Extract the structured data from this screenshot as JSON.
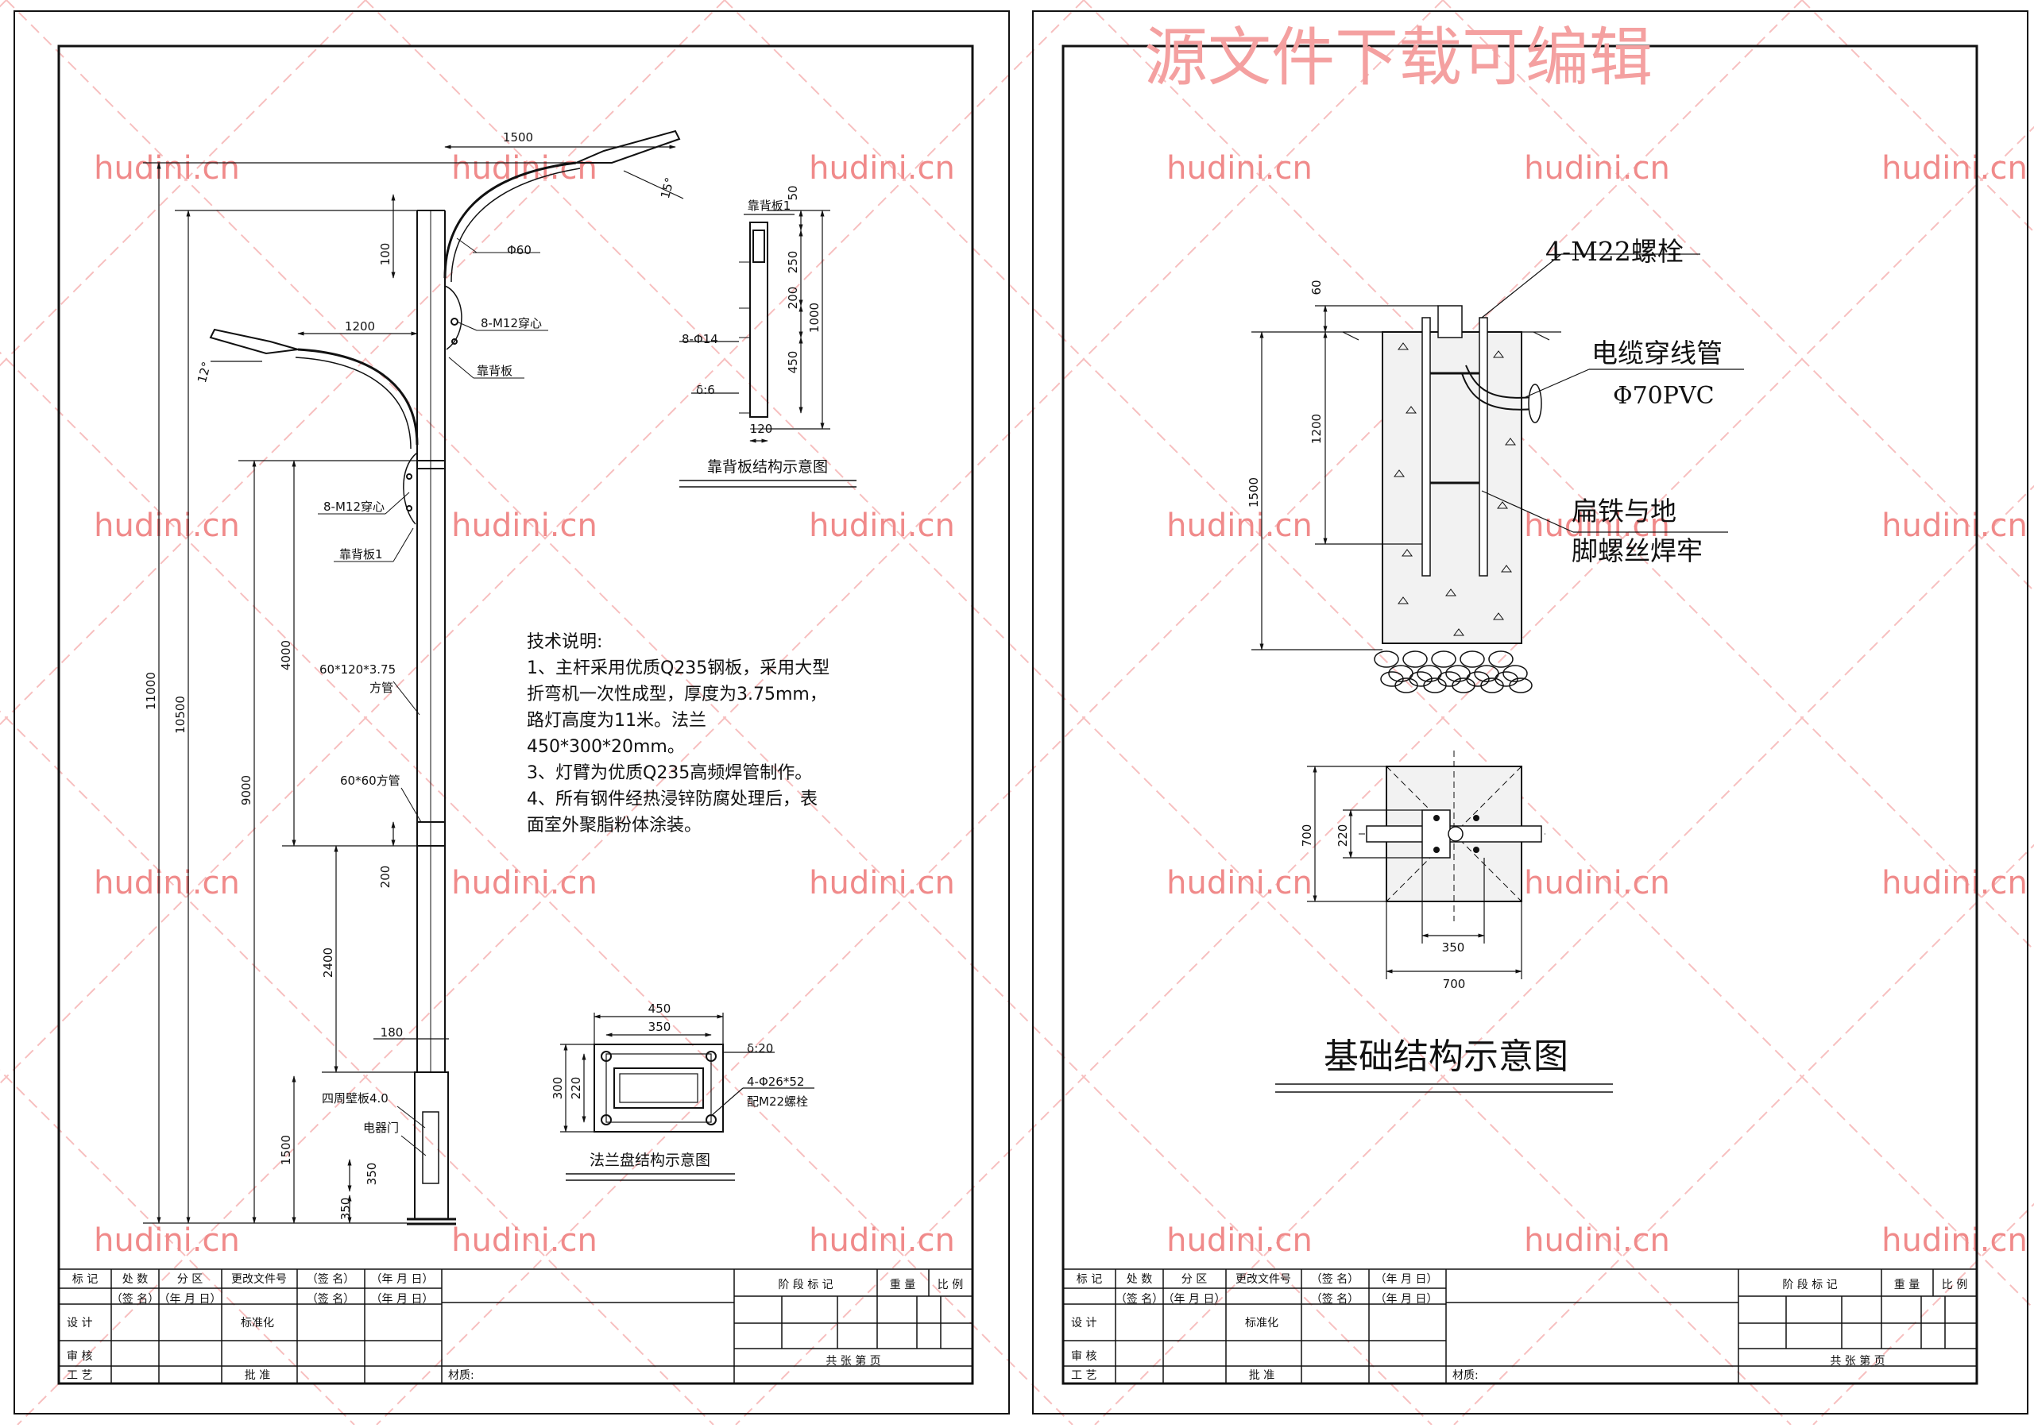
{
  "banner": "源文件下载可编辑",
  "watermark": "hudini.cn",
  "colors": {
    "line": "#111111",
    "watermark": "#f08a8a",
    "banner": "#f4a0a0",
    "concrete": "#f2f2f2"
  },
  "left_sheet": {
    "pole": {
      "dim_arm_upper": "1500",
      "dim_arm_lower": "1200",
      "angle_upper": "15°",
      "angle_lower": "12°",
      "dim_100": "100",
      "dim_11000": "11000",
      "dim_10500": "10500",
      "dim_9000": "9000",
      "dim_4000": "4000",
      "dim_2400": "2400",
      "dim_200": "200",
      "dim_180": "180",
      "dim_1500": "1500",
      "dim_350a": "350",
      "dim_350b": "350",
      "lbl_phi60": "Φ60",
      "lbl_8m12_upper": "8-M12穿心",
      "lbl_back_upper": "靠背板",
      "lbl_8m12_lower": "8-M12穿心",
      "lbl_back_lower": "靠背板1",
      "lbl_tube1": "60*120*3.75",
      "lbl_tube1b": "方管",
      "lbl_tube2": "60*60方管",
      "lbl_wall": "四周壁板4.0",
      "lbl_door": "电器门"
    },
    "backplate": {
      "title_label": "靠背板1",
      "dim_50": "50",
      "dim_250": "250",
      "dim_200": "200",
      "dim_450": "450",
      "dim_1000": "1000",
      "dim_120": "120",
      "lbl_holes": "8-Φ14",
      "lbl_thick": "δ:6",
      "caption": "靠背板结构示意图"
    },
    "tech_notes": {
      "heading": "技术说明:",
      "lines": [
        "1、主杆采用优质Q235钢板，采用大型",
        "折弯机一次性成型，厚度为3.75mm，",
        "路灯高度为11米。法兰",
        "450*300*20mm。",
        "3、灯臂为优质Q235高频焊管制作。",
        "4、所有钢件经热浸锌防腐处理后，表",
        "面室外聚脂粉体涂装。"
      ]
    },
    "flange": {
      "dim_450": "450",
      "dim_350": "350",
      "dim_300": "300",
      "dim_220": "220",
      "lbl_thick": "δ:20",
      "lbl_holes": "4-Φ26*52",
      "lbl_bolts": "配M22螺栓",
      "caption": "法兰盘结构示意图"
    }
  },
  "right_sheet": {
    "foundation": {
      "lbl_bolt": "4-M22螺栓",
      "lbl_cable1": "电缆穿线管",
      "lbl_cable2": "Φ70PVC",
      "lbl_weld1": "扁铁与地",
      "lbl_weld2": "脚螺丝焊牢",
      "dim_60": "60",
      "dim_1200": "1200",
      "dim_1500": "1500",
      "dim_700v": "700",
      "dim_220": "220",
      "dim_350": "350",
      "dim_700h": "700",
      "caption": "基础结构示意图"
    }
  },
  "title_block": {
    "r1": [
      "标 记",
      "处 数",
      "分 区",
      "更改文件号",
      "（签 名）",
      "（年 月 日）"
    ],
    "r2_sign": [
      "（签 名）",
      "（年 月 日）",
      "（签 名）",
      "（年 月 日）"
    ],
    "design": "设 计",
    "standard": "标准化",
    "review": "审 核",
    "craft": "工 艺",
    "approve": "批 准",
    "material": "材质:",
    "stage": "阶 段 标 记",
    "weight": "重 量",
    "scale": "比 例",
    "sheets": "共     张     第     页"
  }
}
